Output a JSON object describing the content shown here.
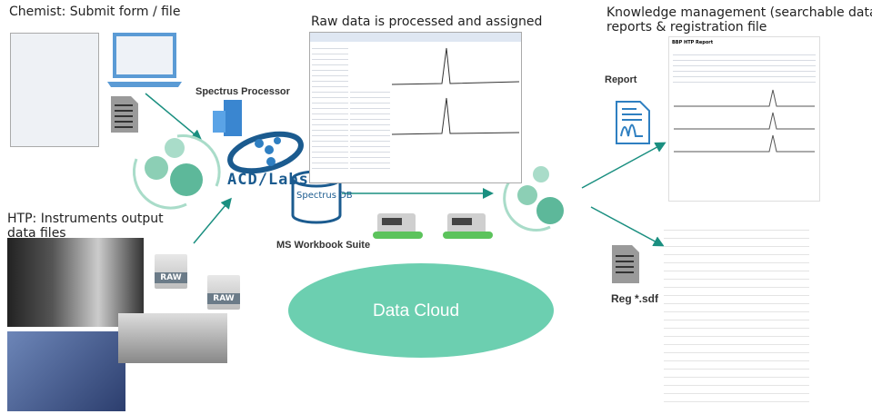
{
  "headings": {
    "chemist": "Chemist: Submit form / file",
    "raw_data": "Raw data is processed and assigned",
    "knowledge_line1": "Knowledge management (searchable data),",
    "knowledge_line2": "reports & registration file",
    "htp_line1": "HTP: Instruments output",
    "htp_line2": "data files"
  },
  "labels": {
    "spectrus_processor": "Spectrus Processor",
    "acd_labs": "ACD/Labs",
    "spectrus_db": "Spectrus DB",
    "ms_workbook": "MS Workbook Suite",
    "report": "Report",
    "reg_sdf": "Reg *.sdf",
    "raw1": "RAW",
    "raw2": "RAW",
    "data_cloud": "Data Cloud",
    "report_title": "BBP HTP Report"
  },
  "colors": {
    "arrow": "#1a8f80",
    "cloud": "#6ccfb0",
    "gear_dark": "#5db89a",
    "gear_light": "#a9dcc9",
    "brand_blue": "#1b5b8f"
  }
}
